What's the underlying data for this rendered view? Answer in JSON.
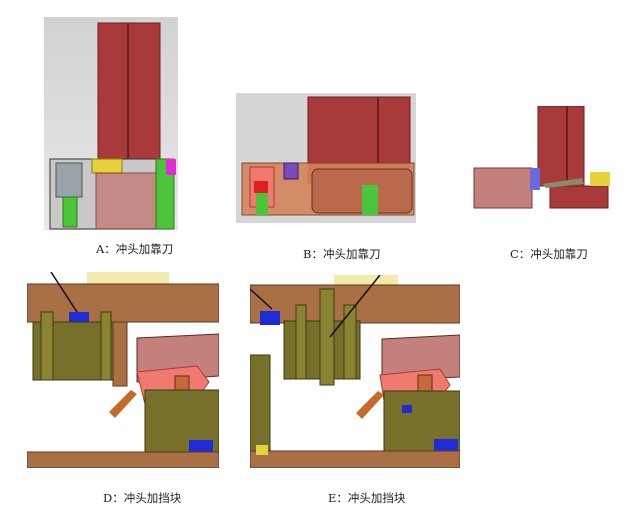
{
  "captions": {
    "a": "A：冲头加靠刀",
    "b": "B：冲头加靠刀",
    "c": "C：冲头加靠刀",
    "d": "D：冲头加挡块",
    "e": "E：冲头加挡块"
  },
  "colors": {
    "punch_red": "#a83a3a",
    "die_pink": "#c4807a",
    "block_blue": "#1f2ad8",
    "plate_brown": "#a87044",
    "olive": "#76702a",
    "green_pin": "#4cc43a",
    "yellow": "#e6d23a",
    "magenta": "#e22ad6",
    "salmon": "#f07a70",
    "bg_gray": "#d6d6d6"
  }
}
